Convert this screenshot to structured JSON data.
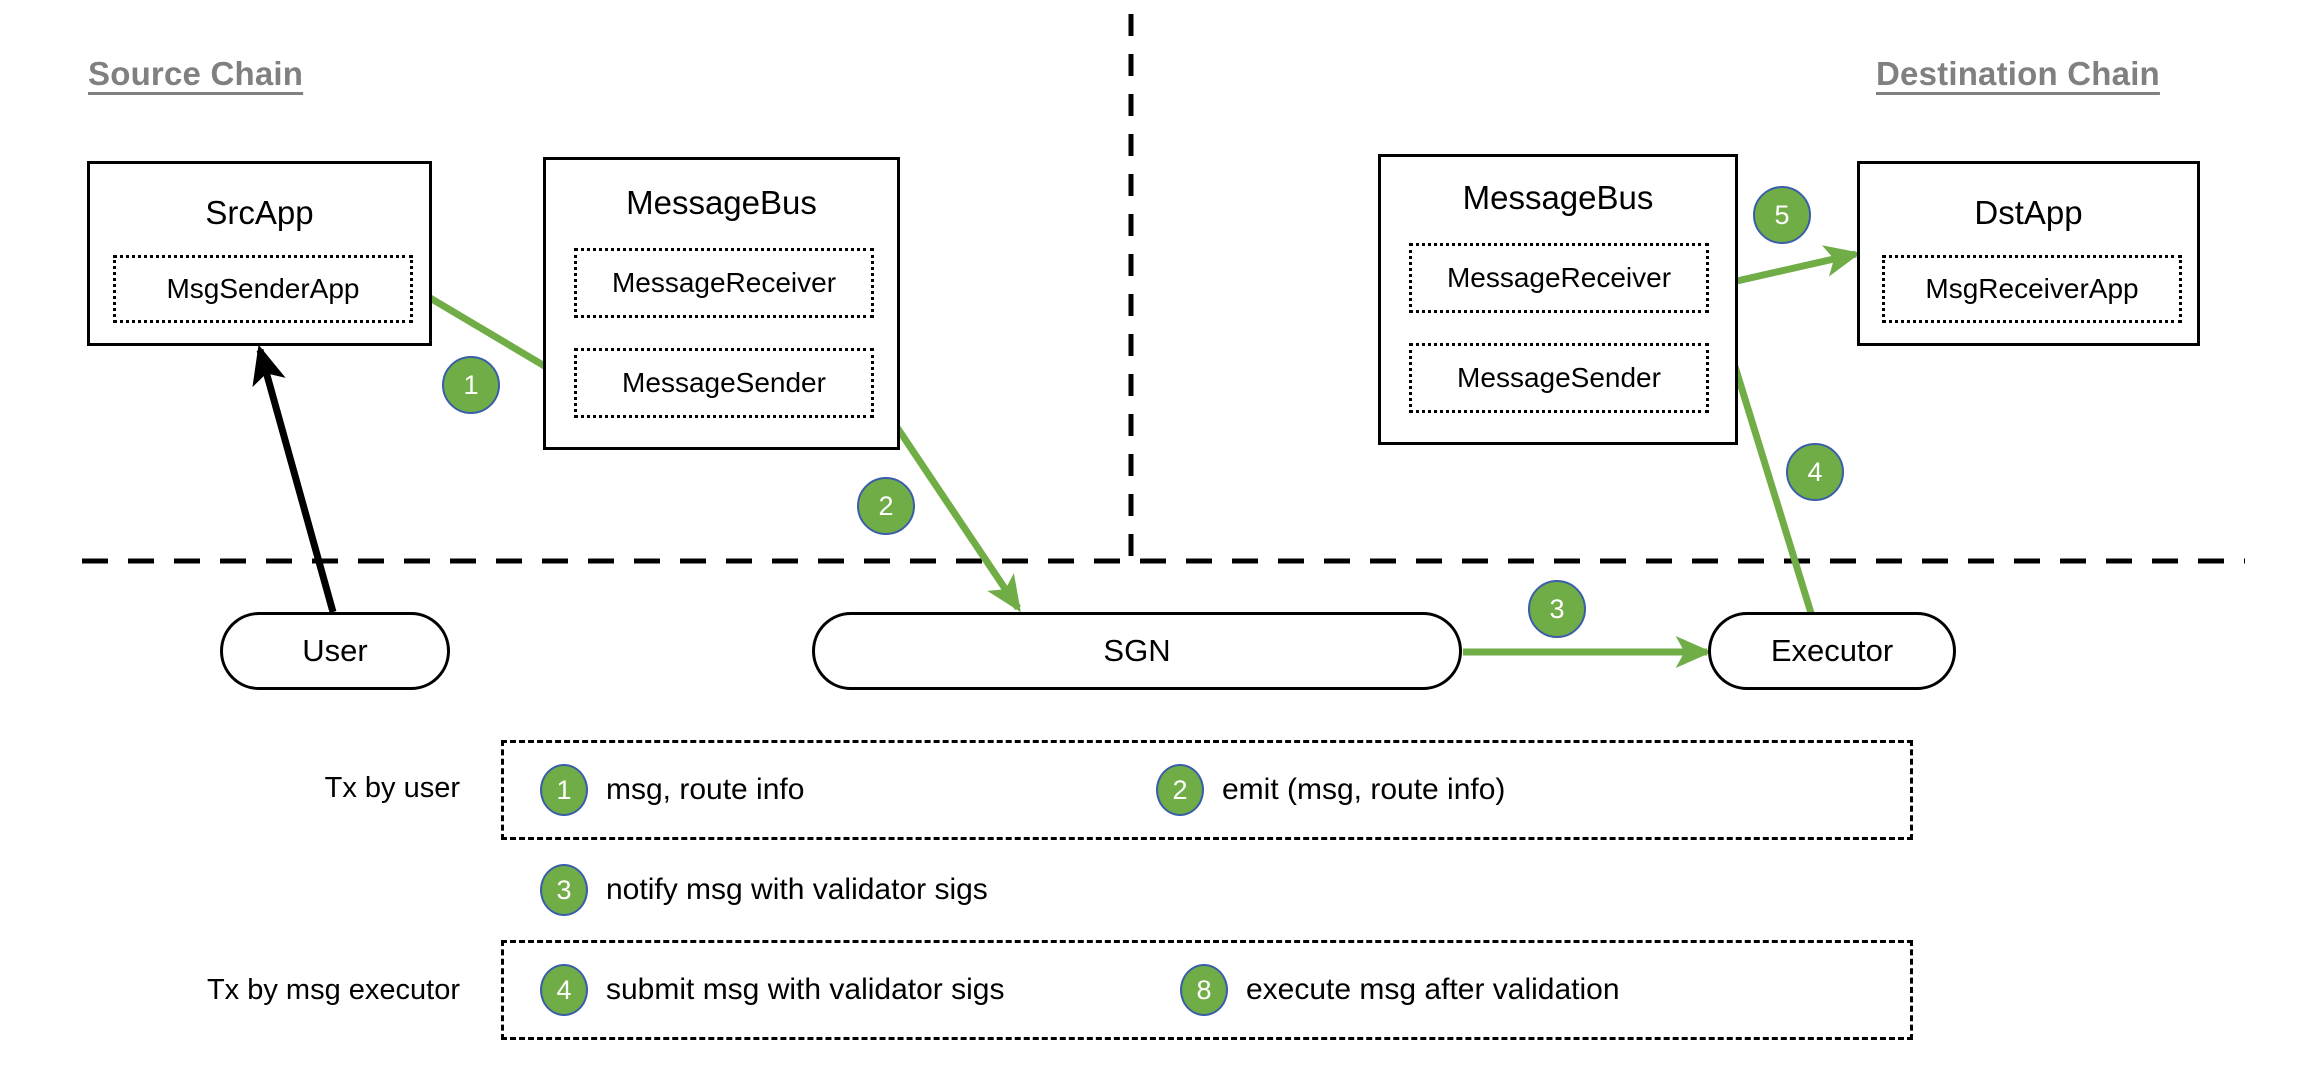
{
  "diagram": {
    "title_source": "Source Chain",
    "title_destination": "Destination Chain"
  },
  "source_chain": {
    "src_app": {
      "title": "SrcApp",
      "module": "MsgSenderApp"
    },
    "message_bus": {
      "title": "MessageBus",
      "receiver": "MessageReceiver",
      "sender": "MessageSender"
    }
  },
  "destination_chain": {
    "message_bus": {
      "title": "MessageBus",
      "receiver": "MessageReceiver",
      "sender": "MessageSender"
    },
    "dst_app": {
      "title": "DstApp",
      "module": "MsgReceiverApp"
    }
  },
  "actors": {
    "user": "User",
    "sgn": "SGN",
    "executor": "Executor"
  },
  "step_badges": {
    "b1": "1",
    "b2": "2",
    "b3": "3",
    "b4": "4",
    "b5": "5"
  },
  "legend": {
    "row1_label": "Tx by user",
    "row2_label": "Tx by msg executor",
    "entries": [
      {
        "num": "1",
        "text": "msg, route info"
      },
      {
        "num": "2",
        "text": "emit (msg, route info)"
      },
      {
        "num": "3",
        "text": "notify msg with validator sigs"
      },
      {
        "num": "4",
        "text": "submit msg with validator sigs"
      },
      {
        "num": "8",
        "text": "execute msg after validation"
      }
    ]
  },
  "colors": {
    "arrow_green": "#70AD47",
    "badge_fill": "#70AD47",
    "badge_stroke": "#3B5EA8",
    "heading_gray": "#808080",
    "stroke_black": "#000000"
  }
}
